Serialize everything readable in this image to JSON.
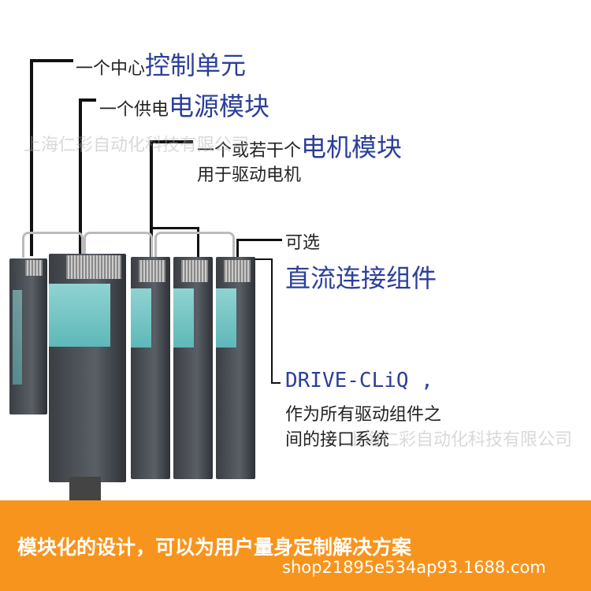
{
  "labels": {
    "control_prefix": "一个中心",
    "control": "控制单元",
    "power_prefix": "一个供电",
    "power": "电源模块",
    "motor_prefix": "一个或若干个",
    "motor": "电机模块",
    "motor_sub": "用于驱动电机",
    "optional": "可选",
    "dc_link": "直流连接组件",
    "drivecliq": "DRIVE-CLiQ ,",
    "drivecliq_desc_1": "作为所有驱动组件之",
    "drivecliq_desc_2": "间的接口系统"
  },
  "banner": {
    "text": "模块化的设计，可以为用户量身定制解决方案",
    "url": "shop21895e534ap93.1688.com",
    "color": "#f7941d"
  },
  "watermarks": {
    "top": "上海仁彩自动化科技有限公司",
    "bottom": "上海仁彩自动化科技有限公司"
  },
  "colors": {
    "accent_blue": "#2b3f9a",
    "module_teal": "#6fc4c3"
  }
}
